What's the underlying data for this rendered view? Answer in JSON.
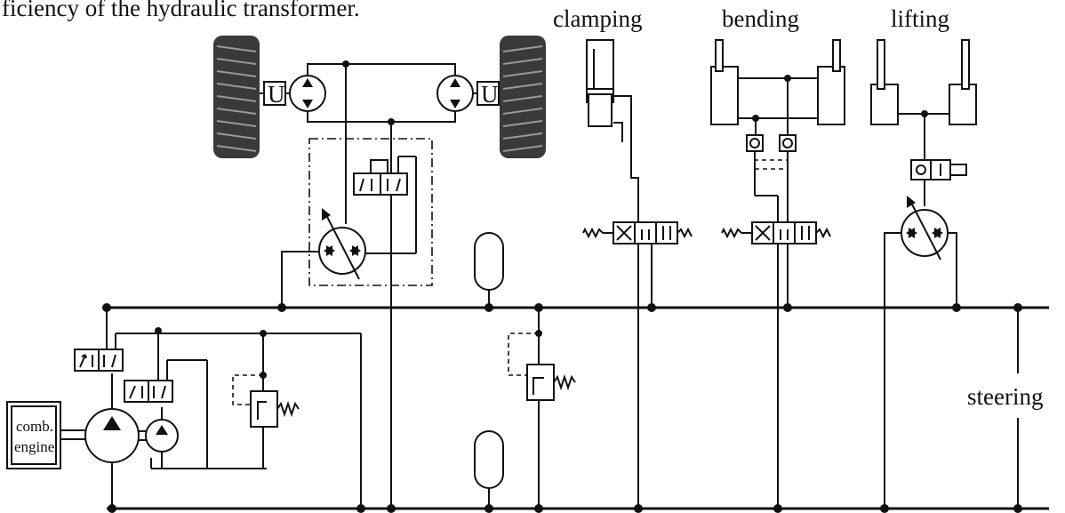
{
  "caption_fragment": "ficiency of the hydraulic transformer.",
  "labels": {
    "clamping": "clamping",
    "bending": "bending",
    "lifting": "lifting",
    "steering": "steering",
    "engine_line1": "comb.",
    "engine_line2": "engine",
    "wheel_unit_left": "U",
    "wheel_unit_right": "U"
  },
  "colors": {
    "line": "#111111",
    "tire": "#3a3a3a",
    "background": "#ffffff"
  }
}
